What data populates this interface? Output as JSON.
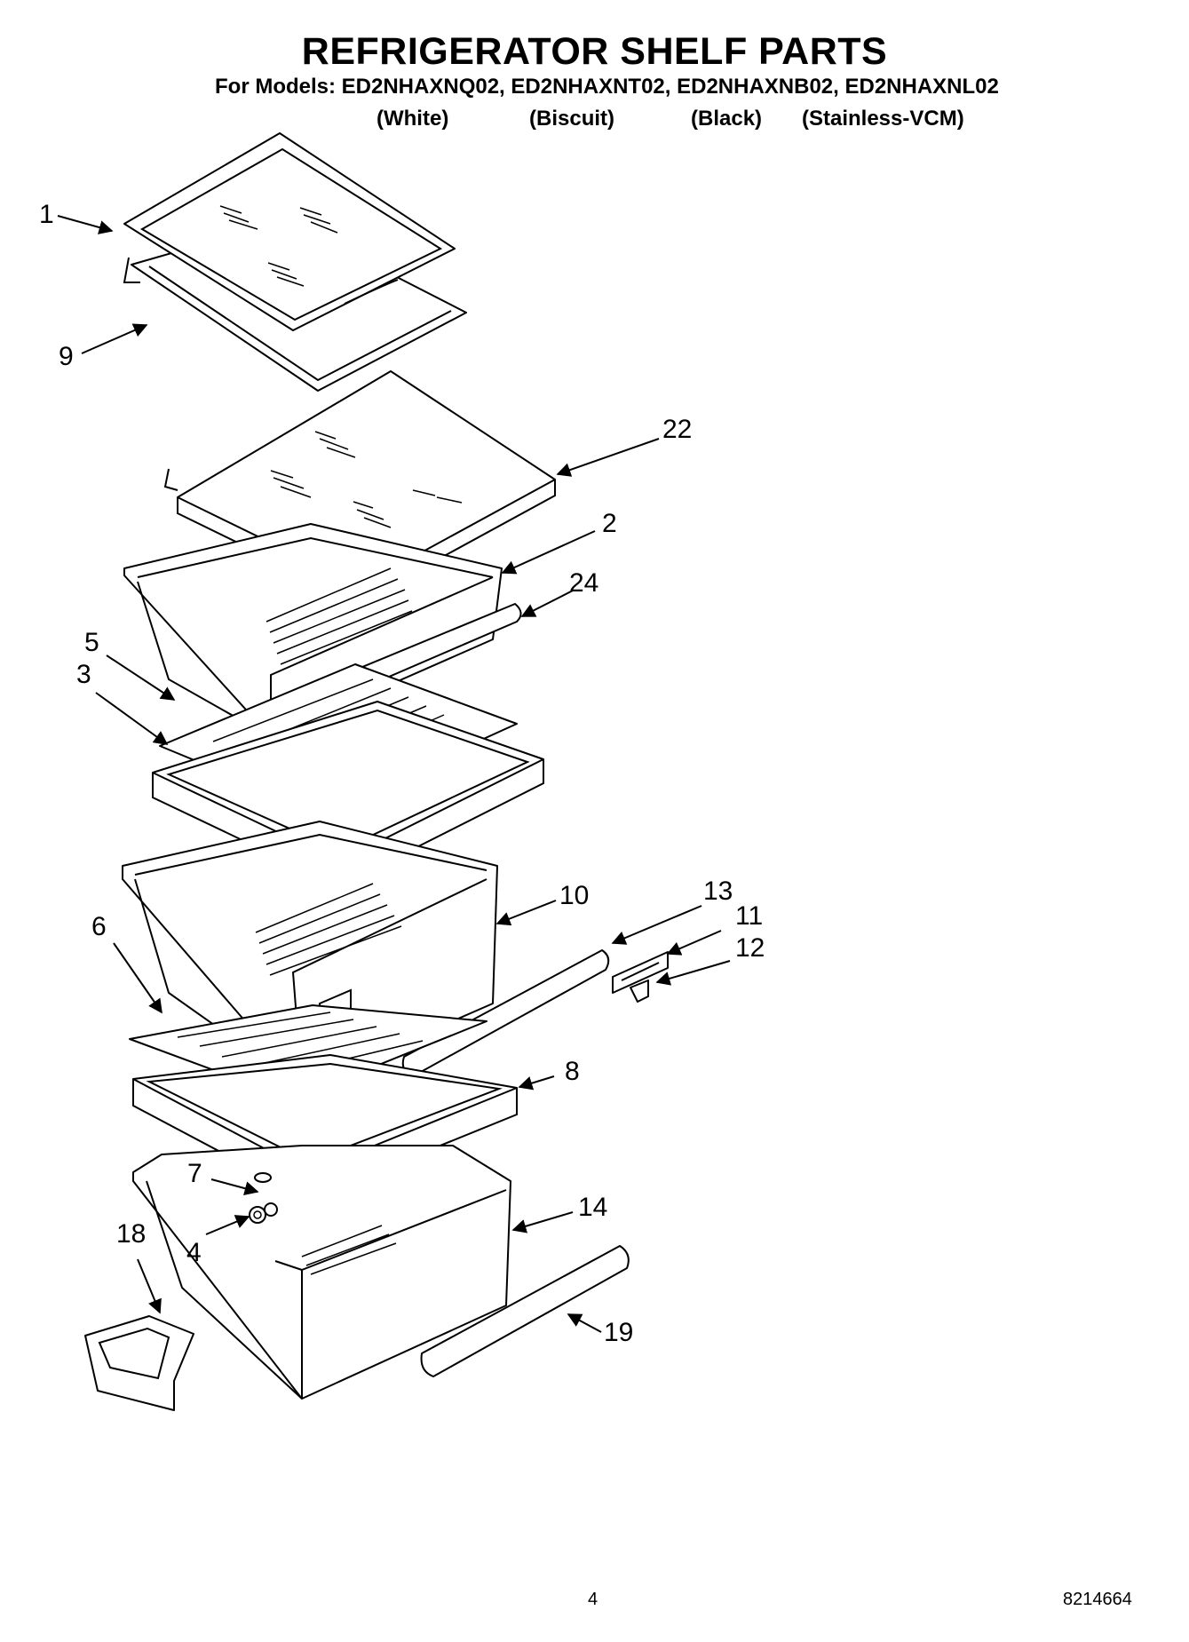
{
  "header": {
    "title": "REFRIGERATOR SHELF PARTS",
    "models_line": "For Models: ED2NHAXNQ02, ED2NHAXNT02, ED2NHAXNB02, ED2NHAXNL02",
    "variants": [
      "(White)",
      "(Biscuit)",
      "(Black)",
      "(Stainless-VCM)"
    ]
  },
  "callouts": {
    "c1": "1",
    "c9": "9",
    "c22": "22",
    "c2": "2",
    "c24": "24",
    "c5": "5",
    "c3": "3",
    "c10": "10",
    "c13": "13",
    "c11": "11",
    "c12": "12",
    "c6": "6",
    "c8": "8",
    "c7": "7",
    "c14": "14",
    "c4": "4",
    "c18": "18",
    "c19": "19"
  },
  "footer": {
    "page_number": "4",
    "doc_number": "8214664"
  }
}
